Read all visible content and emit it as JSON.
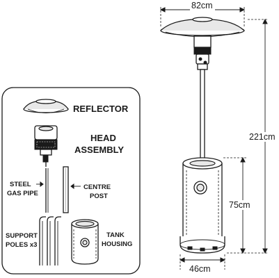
{
  "labels": {
    "reflector": "REFLECTOR",
    "head_line1": "HEAD",
    "head_line2": "ASSEMBLY",
    "steel_line1": "STEEL",
    "steel_line2": "GAS PIPE",
    "centre_line1": "CENTRE",
    "centre_line2": "POST",
    "support_line1": "SUPPORT",
    "support_line2": "POLES x3",
    "tank_line1": "TANK",
    "tank_line2": "HOUSING"
  },
  "dimensions": {
    "width_top": "82cm",
    "height_total": "221cm",
    "height_base": "75cm",
    "width_base": "46cm"
  }
}
